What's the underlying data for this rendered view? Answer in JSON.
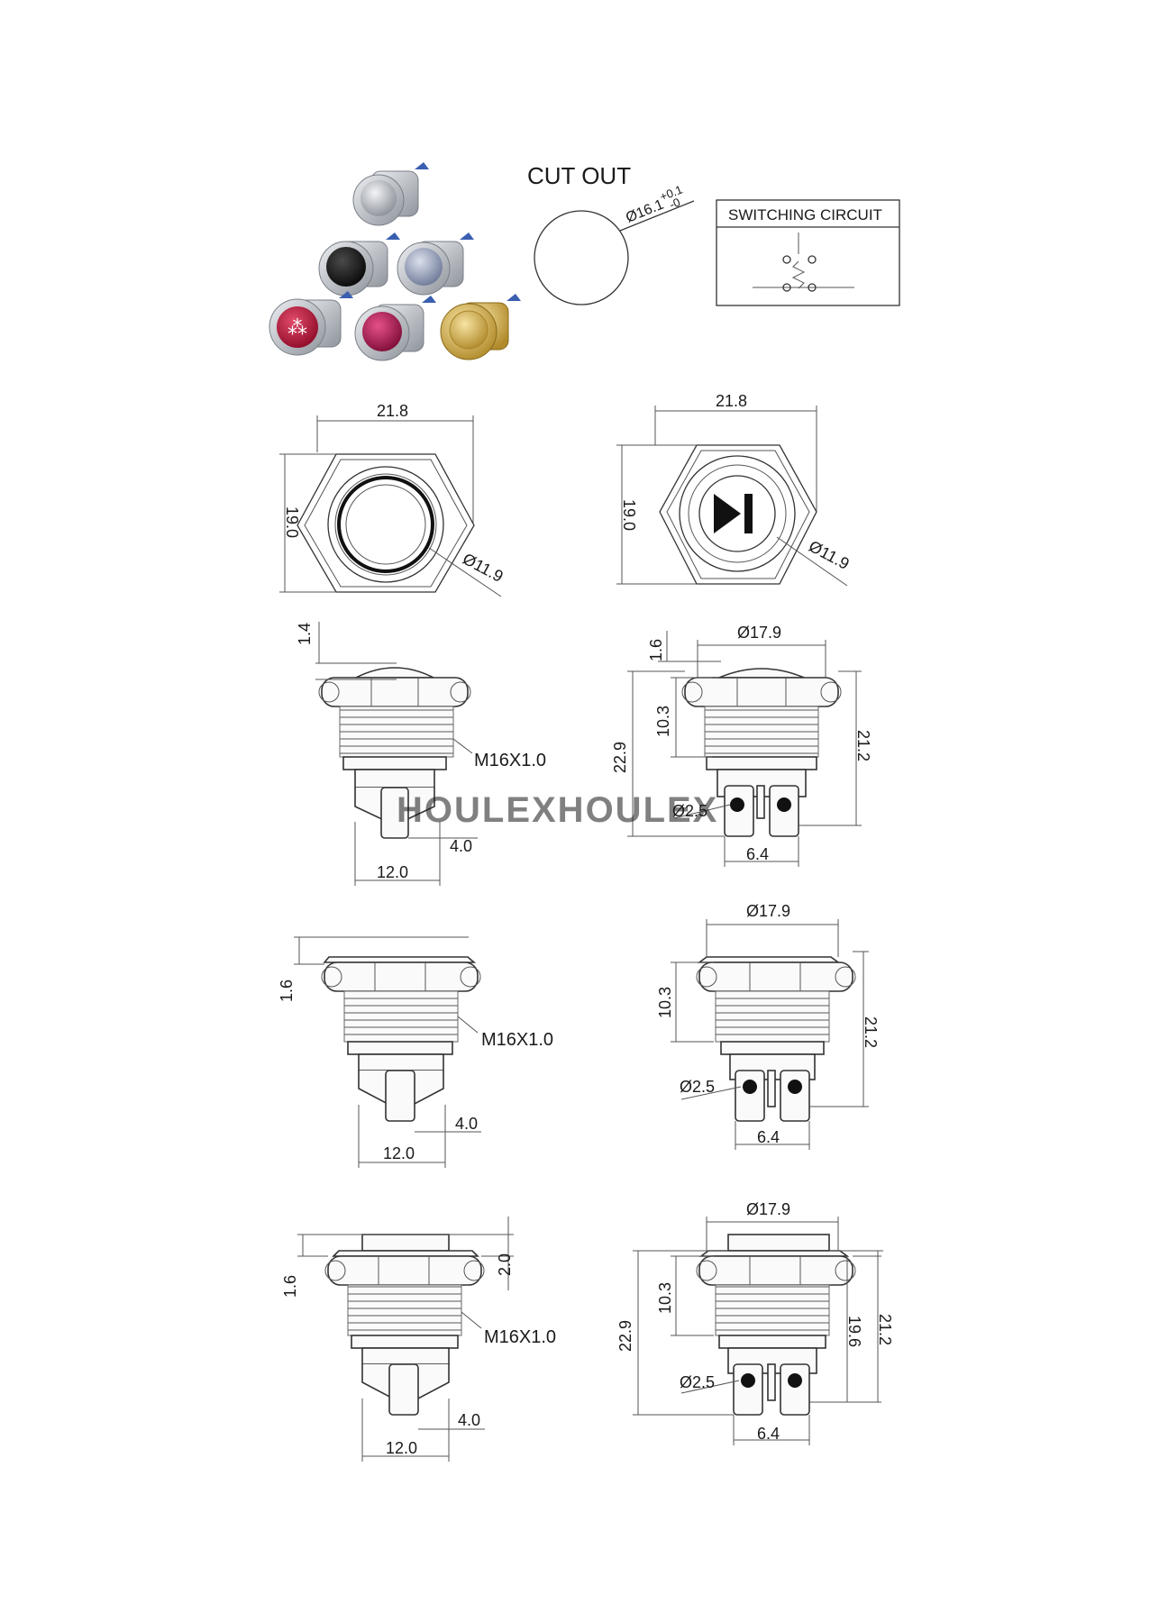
{
  "cutout": {
    "title": "CUT OUT",
    "diameter": "Ø16.1",
    "tol_plus": "+0.1",
    "tol_minus": "-0"
  },
  "circuit": {
    "title": "SWITCHING CIRCUIT"
  },
  "watermark": "HOULEXHOULEX",
  "top_views": [
    {
      "width": "21.8",
      "height": "19.0",
      "dia": "Ø11.9"
    },
    {
      "width": "21.8",
      "height": "19.0",
      "dia": "Ø11.9"
    }
  ],
  "rows": [
    {
      "left": {
        "top_dim": "1.4",
        "thread": "M16X1.0",
        "pin": "4.0",
        "base": "12.0"
      },
      "right": {
        "top_dim": "1.6",
        "head": "Ø17.9",
        "body": "10.3",
        "total": "22.9",
        "height": "21.2",
        "hole": "Ø2.5",
        "pitch": "6.4"
      }
    },
    {
      "left": {
        "top_dim": "1.6",
        "thread": "M16X1.0",
        "pin": "4.0",
        "base": "12.0"
      },
      "right": {
        "head": "Ø17.9",
        "body": "10.3",
        "height": "21.2",
        "hole": "Ø2.5",
        "pitch": "6.4"
      }
    },
    {
      "left": {
        "top_dim": "1.6",
        "cap": "2.0",
        "thread": "M16X1.0",
        "pin": "4.0",
        "base": "12.0"
      },
      "right": {
        "head": "Ø17.9",
        "body": "10.3",
        "total": "22.9",
        "inner": "19.6",
        "height": "21.2",
        "hole": "Ø2.5",
        "pitch": "6.4"
      }
    }
  ],
  "colors": {
    "silver": "#c9ccd1",
    "black": "#1d1d1d",
    "blue": "#8c98b5",
    "red": "#c0183c",
    "magenta": "#b0154e",
    "gold": "#d7b54e"
  }
}
